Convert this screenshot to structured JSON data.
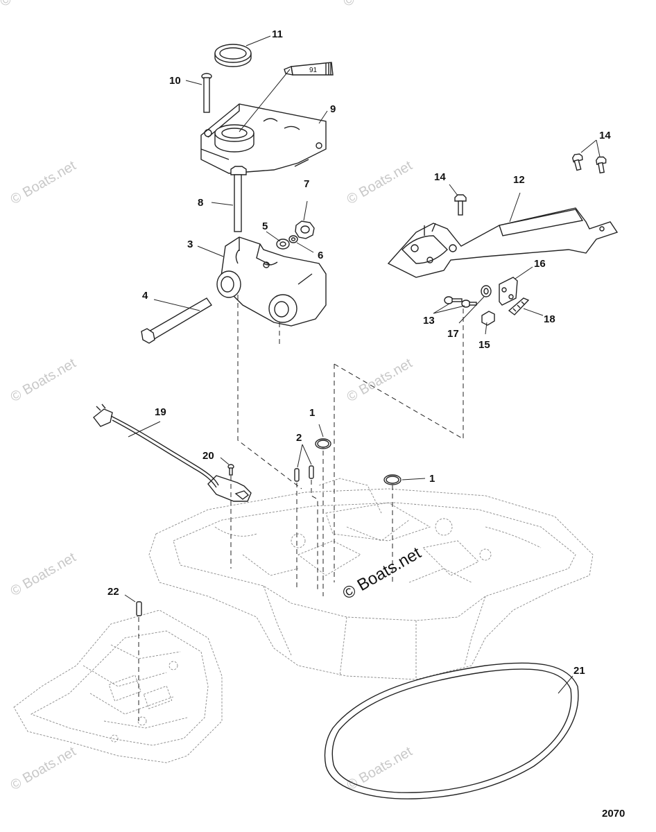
{
  "labels": {
    "l1a": "1",
    "l1b": "1",
    "l2": "2",
    "l3": "3",
    "l4": "4",
    "l5": "5",
    "l6": "6",
    "l7": "7",
    "l8": "8",
    "l9": "9",
    "l10": "10",
    "l11": "11",
    "l12": "12",
    "l13": "13",
    "l14a": "14",
    "l14b": "14",
    "l15": "15",
    "l16": "16",
    "l17": "17",
    "l18": "18",
    "l19": "19",
    "l20": "20",
    "l21": "21",
    "l22": "22"
  },
  "sealant_tube_label": "91",
  "diagram_number": "2070",
  "watermark": "© Boats.net"
}
